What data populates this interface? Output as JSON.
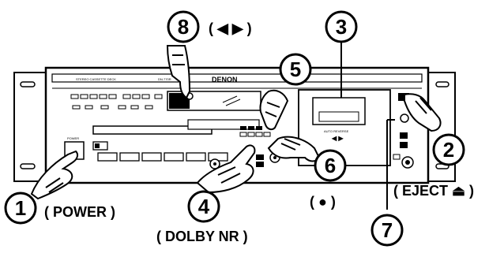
{
  "brand": "DENON",
  "model_text": "STEREO CASSETTE DECK",
  "model_number": "DN-770R",
  "deck_label": "AUTO REVERSE",
  "deck_arrows": "◀ ▶",
  "power_text": "POWER",
  "callouts": [
    {
      "id": "1",
      "label": "( POWER )"
    },
    {
      "id": "2",
      "label": "( EJECT ⏏ )"
    },
    {
      "id": "3",
      "label": ""
    },
    {
      "id": "4",
      "label": "( DOLBY NR )"
    },
    {
      "id": "5",
      "label": ""
    },
    {
      "id": "6",
      "label": "( ● )"
    },
    {
      "id": "7",
      "label": ""
    },
    {
      "id": "8",
      "label": "( ◀ ▶ )"
    }
  ]
}
